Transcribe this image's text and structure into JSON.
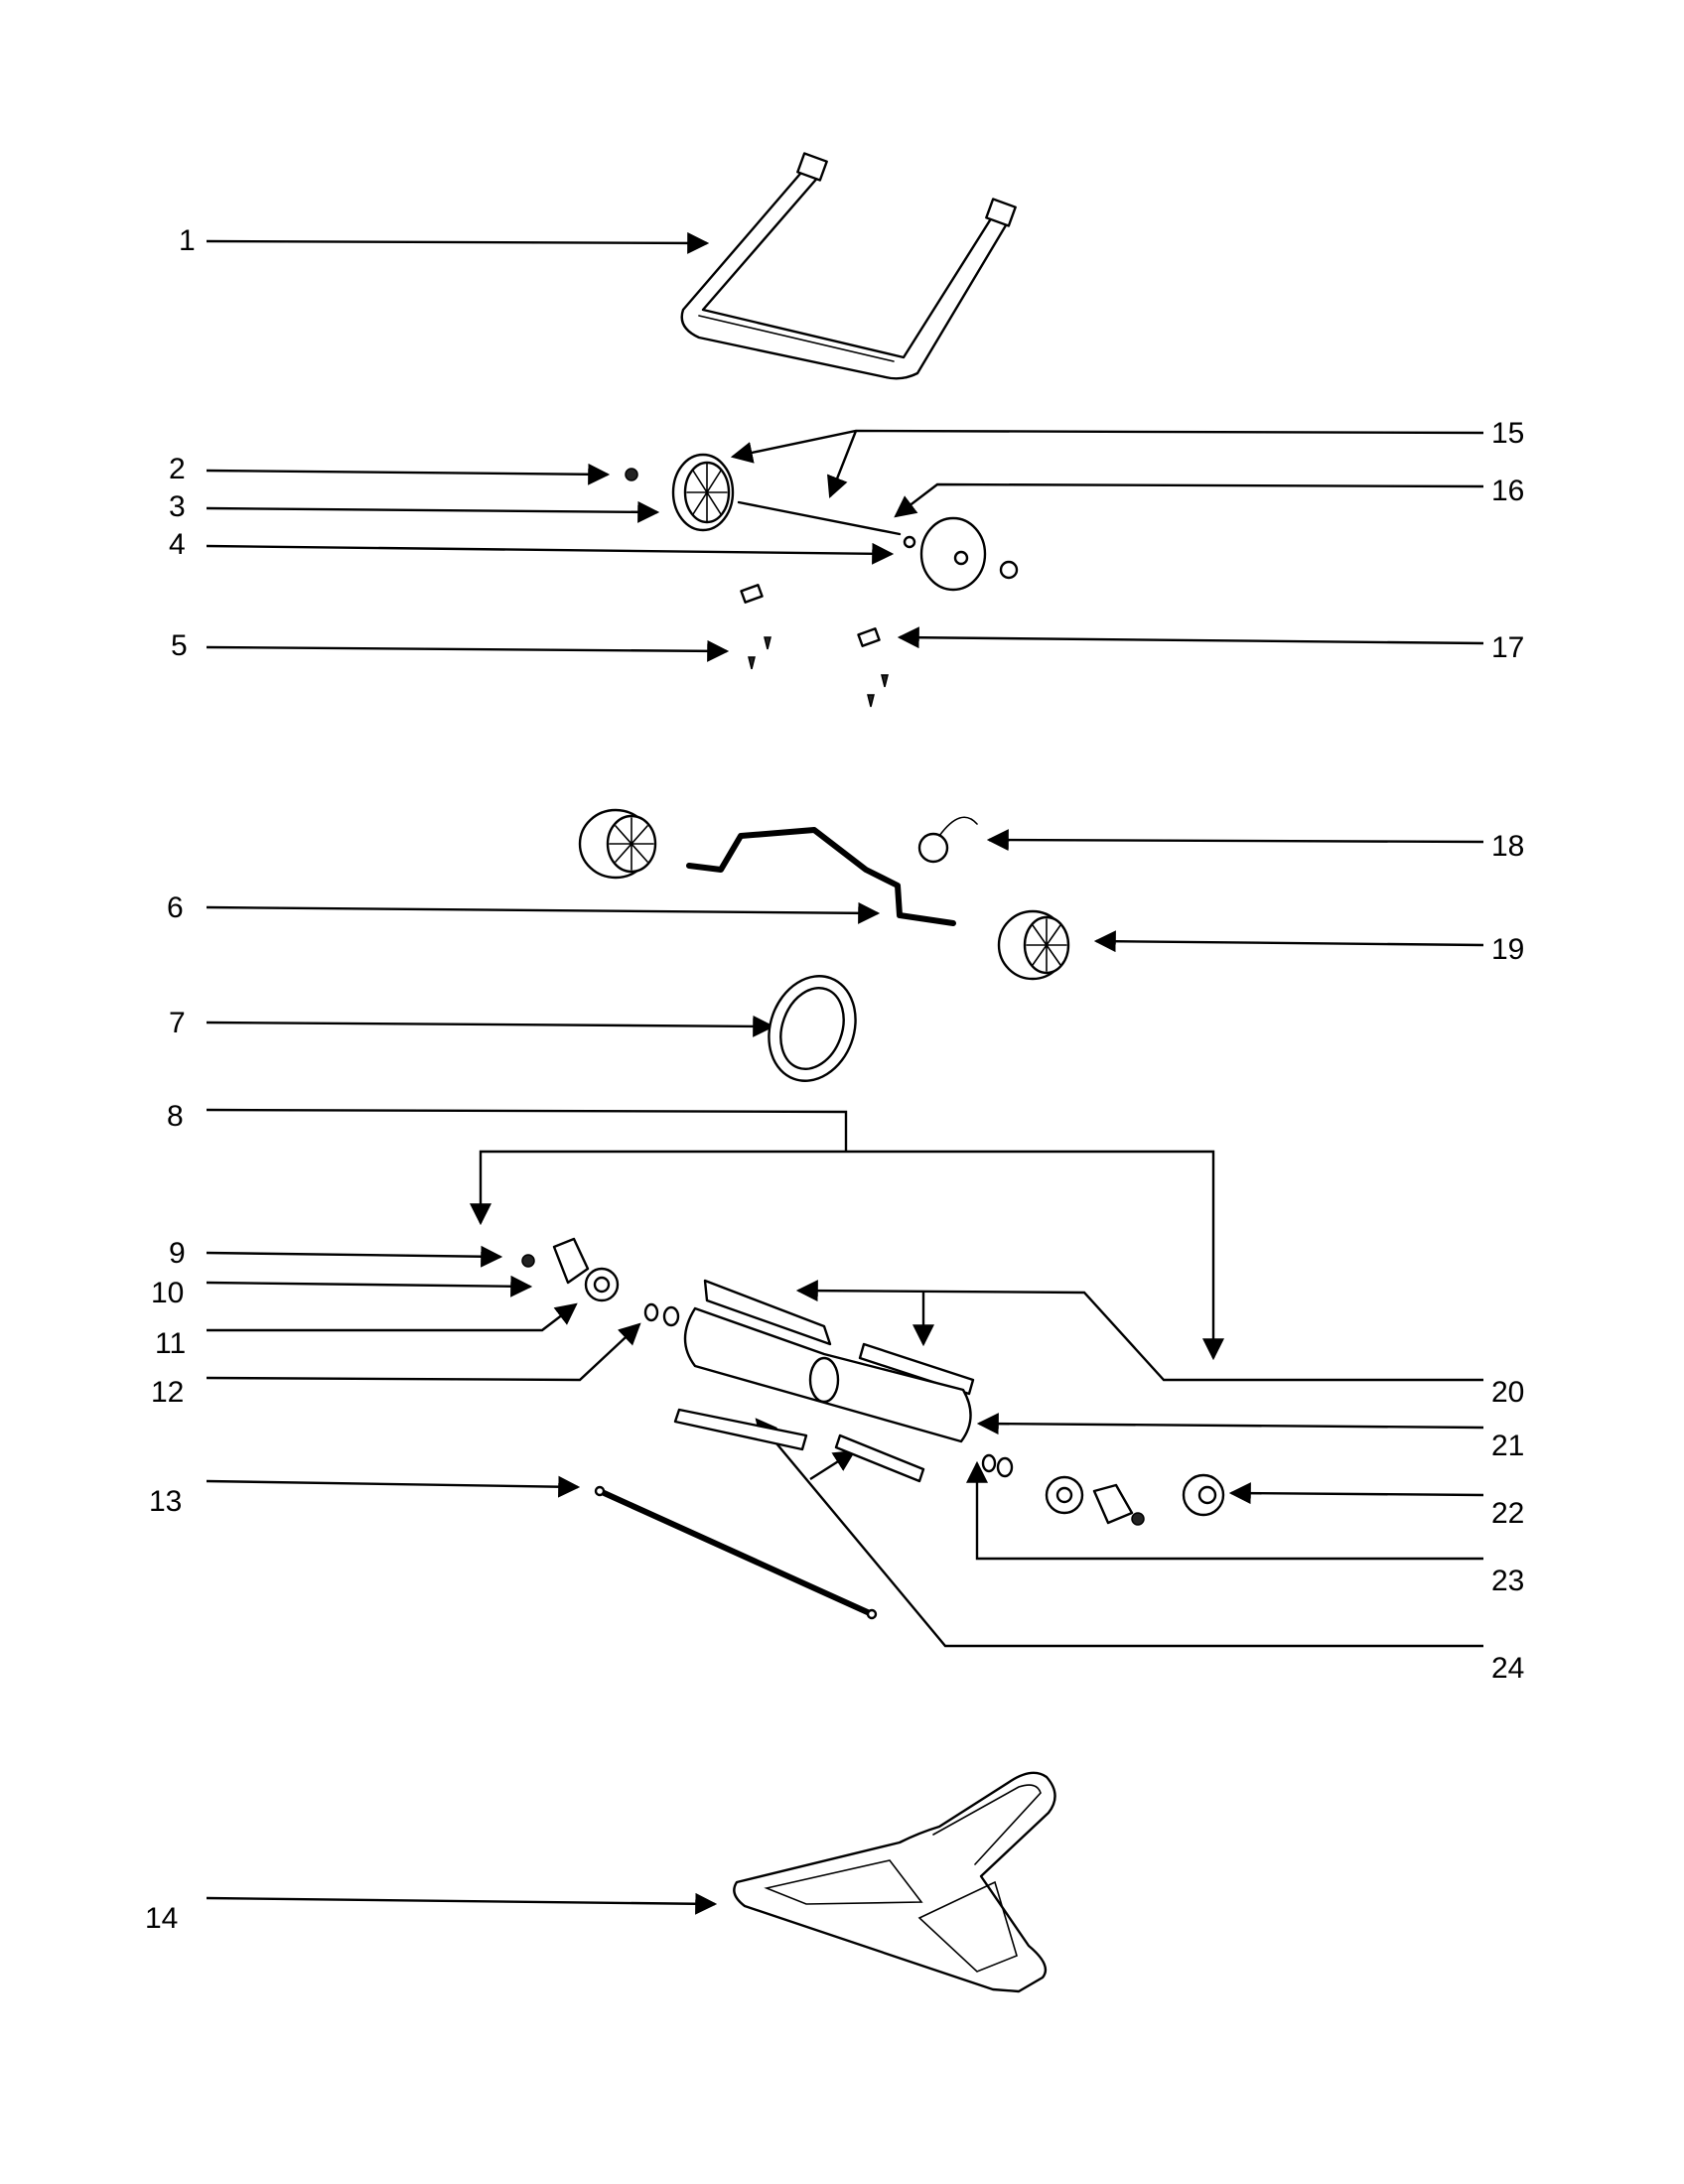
{
  "diagram": {
    "callouts": [
      "1",
      "2",
      "3",
      "4",
      "5",
      "6",
      "7",
      "8",
      "9",
      "10",
      "11",
      "12",
      "13",
      "14",
      "15",
      "16",
      "17",
      "18",
      "19",
      "20",
      "21",
      "22",
      "23",
      "24"
    ],
    "colors": {
      "ink": "#000000",
      "paper": "#ffffff"
    }
  }
}
